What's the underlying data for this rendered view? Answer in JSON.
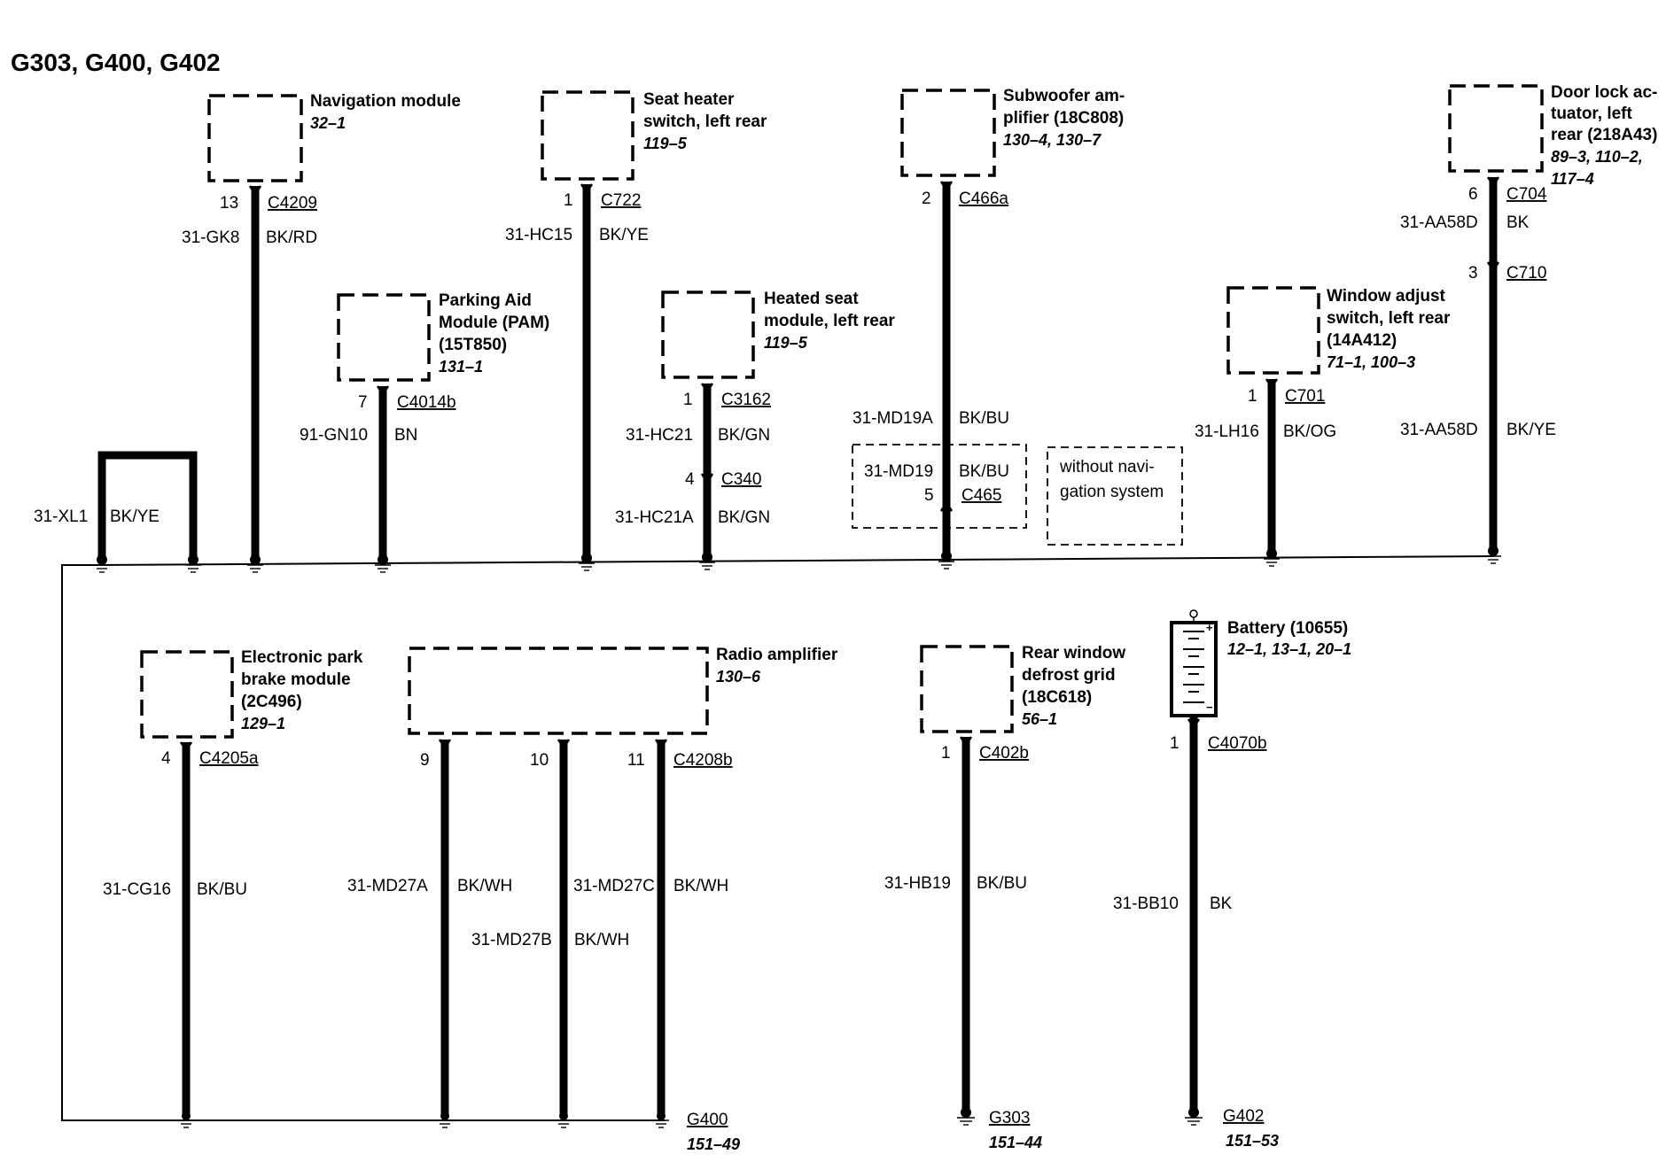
{
  "title": "G303, G400, G402",
  "components": [
    {
      "id": "nav",
      "name": [
        "Navigation module"
      ],
      "ref": [
        "32–1"
      ],
      "pin": "13",
      "connector": "C4209",
      "circuit": "31-GK8",
      "color": "BK/RD"
    },
    {
      "id": "pam",
      "name": [
        "Parking Aid",
        "Module (PAM)",
        "(15T850)"
      ],
      "ref": [
        "131–1"
      ],
      "pin": "7",
      "connector": "C4014b",
      "circuit": "91-GN10",
      "color": "BN"
    },
    {
      "id": "seatsw",
      "name": [
        "Seat heater",
        "switch, left rear"
      ],
      "ref": [
        "119–5"
      ],
      "pin": "1",
      "connector": "C722",
      "circuit": "31-HC15",
      "color": "BK/YE"
    },
    {
      "id": "seatmod",
      "name": [
        "Heated seat",
        "module, left rear"
      ],
      "ref": [
        "119–5"
      ],
      "pin": "1",
      "connector": "C3162",
      "circuit": "31-HC21",
      "color": "BK/GN",
      "inline": {
        "pin": "4",
        "connector": "C340",
        "circuit": "31-HC21A",
        "color": "BK/GN"
      }
    },
    {
      "id": "sub",
      "name": [
        "Subwoofer am-",
        "plifier (18C808)"
      ],
      "ref": [
        "130–4, 130–7"
      ],
      "pin": "2",
      "connector": "C466a",
      "circuit": "31-MD19A",
      "color": "BK/BU",
      "inline": {
        "pin": "5",
        "connector": "C465",
        "circuit": "31-MD19",
        "color": "BK/BU"
      },
      "option_note": [
        "without navi-",
        "gation system"
      ]
    },
    {
      "id": "win",
      "name": [
        "Window adjust",
        "switch, left rear",
        "(14A412)"
      ],
      "ref": [
        "71–1, 100–3"
      ],
      "pin": "1",
      "connector": "C701",
      "circuit": "31-LH16",
      "color": "BK/OG"
    },
    {
      "id": "door",
      "name": [
        "Door lock ac-",
        "tuator, left",
        "rear (218A43)"
      ],
      "ref": [
        "89–3, 110–2,",
        "117–4"
      ],
      "pin": "6",
      "connector": "C704",
      "circuit": "31-AA58D",
      "color": "BK",
      "inline": {
        "pin": "3",
        "connector": "C710",
        "circuit": "31-AA58D",
        "color": "BK/YE"
      }
    },
    {
      "id": "epb",
      "name": [
        "Electronic park",
        "brake module",
        "(2C496)"
      ],
      "ref": [
        "129–1"
      ],
      "pin": "4",
      "connector": "C4205a",
      "circuit": "31-CG16",
      "color": "BK/BU"
    },
    {
      "id": "radio",
      "name": [
        "Radio amplifier"
      ],
      "ref": [
        "130–6"
      ],
      "connector": "C4208b",
      "wires": [
        {
          "pin": "9",
          "circuit": "31-MD27A",
          "color": "BK/WH"
        },
        {
          "pin": "10",
          "circuit": "31-MD27B",
          "color": "BK/WH"
        },
        {
          "pin": "11",
          "circuit": "31-MD27C",
          "color": "BK/WH"
        }
      ]
    },
    {
      "id": "defrost",
      "name": [
        "Rear window",
        "defrost grid",
        "(18C618)"
      ],
      "ref": [
        "56–1"
      ],
      "pin": "1",
      "connector": "C402b",
      "circuit": "31-HB19",
      "color": "BK/BU"
    },
    {
      "id": "battery",
      "name": [
        "Battery (10655)"
      ],
      "ref": [
        "12–1, 13–1, 20–1"
      ],
      "pin": "1",
      "connector": "C4070b",
      "circuit": "31-BB10",
      "color": "BK"
    }
  ],
  "jumper": {
    "circuit": "31-XL1",
    "color": "BK/YE"
  },
  "grounds": [
    {
      "name": "G400",
      "ref": "151–49"
    },
    {
      "name": "G303",
      "ref": "151–44"
    },
    {
      "name": "G402",
      "ref": "151–53"
    }
  ]
}
